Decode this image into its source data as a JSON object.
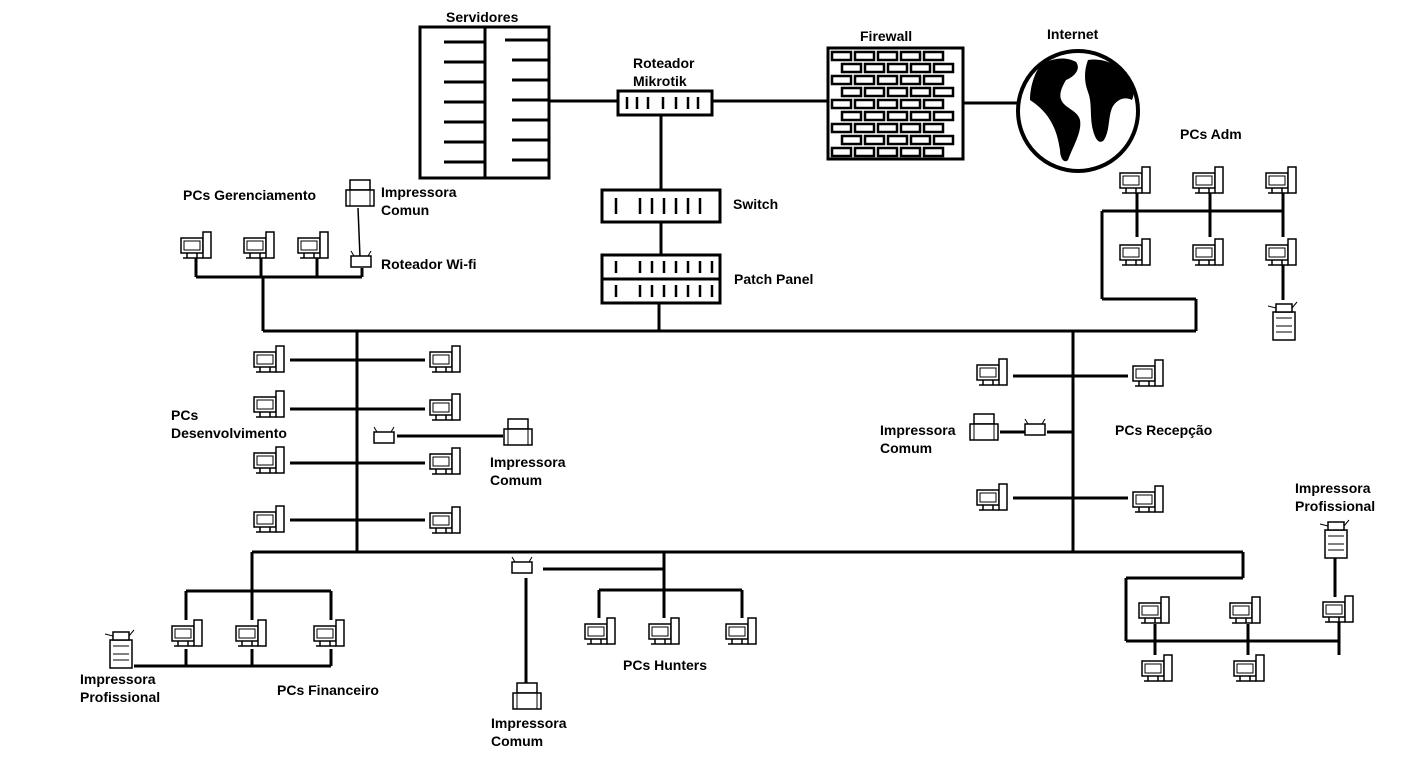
{
  "labels": {
    "servidores": "Servidores",
    "roteador_mikrotik": [
      "Roteador",
      "Mikrotik"
    ],
    "firewall": "Firewall",
    "internet": "Internet",
    "pcs_adm": "PCs Adm",
    "pcs_gerenciamento": "PCs Gerenciamento",
    "impressora_comum": [
      "Impressora",
      "Comun"
    ],
    "roteador_wifi": "Roteador Wi-fi",
    "switch": "Switch",
    "patch_panel": "Patch Panel",
    "pcs_desenvolvimento": [
      "PCs",
      "Desenvolvimento"
    ],
    "impressora_comum_dev": [
      "Impressora",
      "Comum"
    ],
    "impressora_comum_recepcao": [
      "Impressora",
      "Comum"
    ],
    "pcs_recepcao": "PCs Recepção",
    "impressora_profissional_right": [
      "Impressora",
      "Profissional"
    ],
    "impressora_profissional_left": [
      "Impressora",
      "Profissional"
    ],
    "pcs_financeiro": "PCs Financeiro",
    "pcs_hunters": "PCs Hunters",
    "impressora_comum_hunters": [
      "Impressora",
      "Comum"
    ]
  }
}
